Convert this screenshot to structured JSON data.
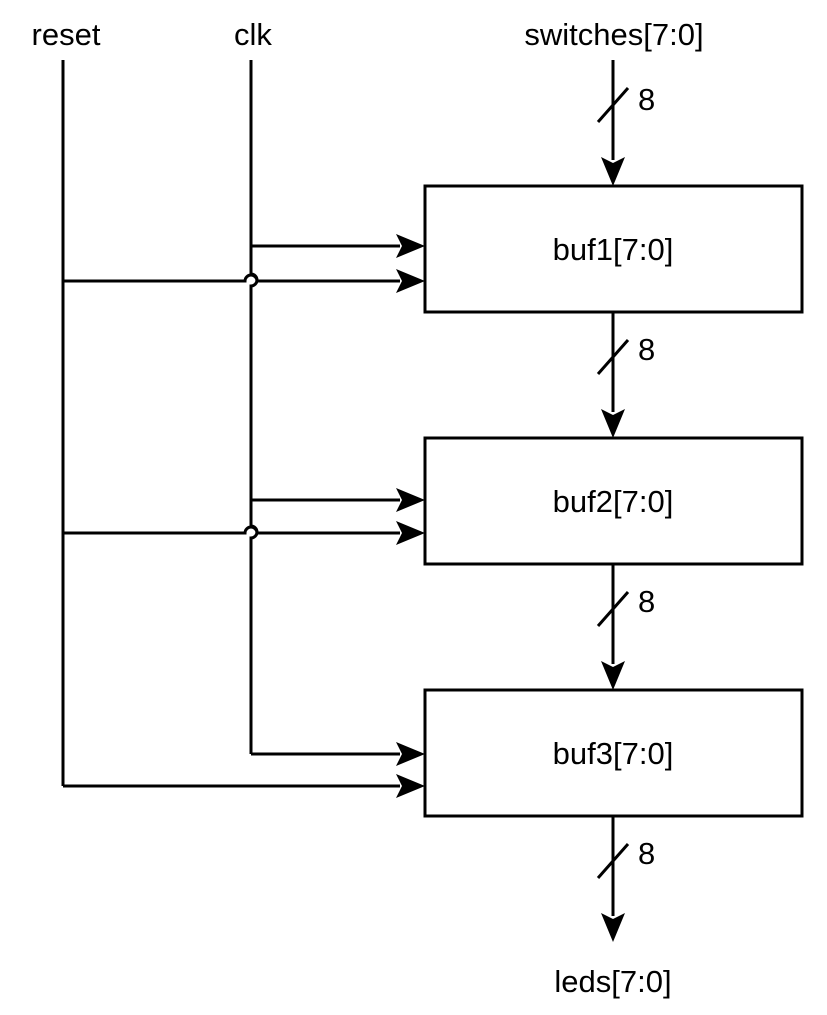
{
  "inputs": {
    "reset": "reset",
    "clk": "clk",
    "switches": "switches[7:0]"
  },
  "output": {
    "leds": "leds[7:0]"
  },
  "blocks": [
    {
      "label": "buf1[7:0]"
    },
    {
      "label": "buf2[7:0]"
    },
    {
      "label": "buf3[7:0]"
    }
  ],
  "bus_widths": [
    "8",
    "8",
    "8",
    "8"
  ],
  "colors": {
    "line": "#000000",
    "background": "#ffffff"
  }
}
